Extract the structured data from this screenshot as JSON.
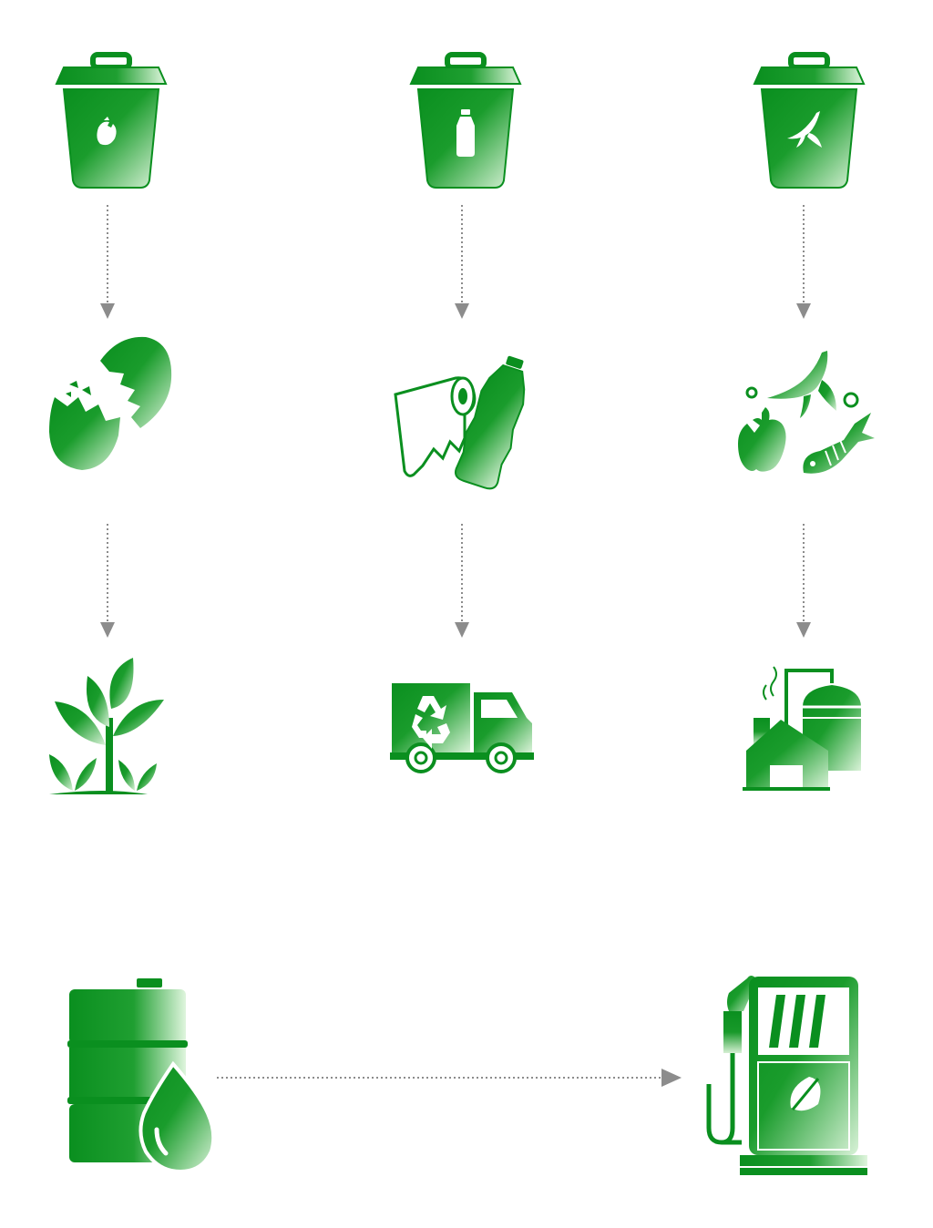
{
  "diagram": {
    "type": "waste-to-biofuel-process-flow",
    "colors": {
      "primary_green": "#0a8f1f",
      "mid_green": "#3fb24a",
      "light_green": "#d9f2d8",
      "connector_gray": "#8c8c8c"
    },
    "columns": [
      {
        "bin_icon": "eggshell-trash-bin-icon",
        "waste_icon": "broken-eggshell-icon",
        "destination_icon": "growing-plants-icon"
      },
      {
        "bin_icon": "bottle-trash-bin-icon",
        "waste_icon": "paper-roll-and-plastic-bottle-icon",
        "destination_icon": "recycling-truck-icon"
      },
      {
        "bin_icon": "banana-peel-trash-bin-icon",
        "waste_icon": "organic-food-scraps-icon",
        "destination_icon": "biogas-plant-icon"
      }
    ],
    "bottom_row": {
      "source_icon": "oil-barrel-with-drop-icon",
      "target_icon": "biofuel-pump-icon"
    },
    "connectors": {
      "style": "dotted-arrow",
      "direction_vertical": "down",
      "direction_horizontal": "right"
    }
  }
}
